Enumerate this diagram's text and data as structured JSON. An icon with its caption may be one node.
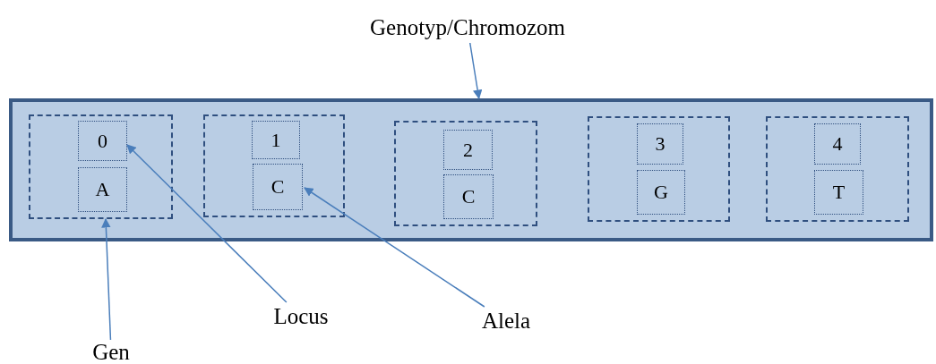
{
  "diagram": {
    "nodes": [
      {
        "text": [
          "Genotyp/Chromozom"
        ]
      },
      {
        "text": [],
        "shape": "box"
      },
      {
        "text": [],
        "shape": "box",
        "in": 1
      },
      {
        "text": [
          "0"
        ],
        "in": 2
      },
      {
        "text": [
          "A"
        ],
        "in": 2
      },
      {
        "text": [],
        "shape": "box",
        "in": 1
      },
      {
        "text": [
          "1"
        ],
        "in": 5
      },
      {
        "text": [
          "C"
        ],
        "in": 5
      },
      {
        "text": [],
        "shape": "box",
        "in": 1
      },
      {
        "text": [
          "2"
        ],
        "in": 8
      },
      {
        "text": [
          "C"
        ],
        "in": 8
      },
      {
        "text": [],
        "shape": "box",
        "in": 1
      },
      {
        "text": [
          "3"
        ],
        "in": 11
      },
      {
        "text": [
          "G"
        ],
        "in": 11
      },
      {
        "text": [],
        "shape": "box",
        "in": 1
      },
      {
        "text": [
          "4"
        ],
        "in": 14
      },
      {
        "text": [
          "T"
        ],
        "in": 14
      },
      {
        "text": [
          "Locus"
        ]
      },
      {
        "text": [
          "Alela"
        ]
      },
      {
        "text": [
          "Gen"
        ]
      }
    ],
    "edges": [
      {
        "from": 0,
        "to": 1,
        "arrow": "to"
      },
      {
        "from": 17,
        "to": 3,
        "arrow": "to"
      },
      {
        "from": 18,
        "to": 7,
        "arrow": "to"
      },
      {
        "from": 19,
        "to": 2,
        "arrow": "to"
      }
    ]
  }
}
